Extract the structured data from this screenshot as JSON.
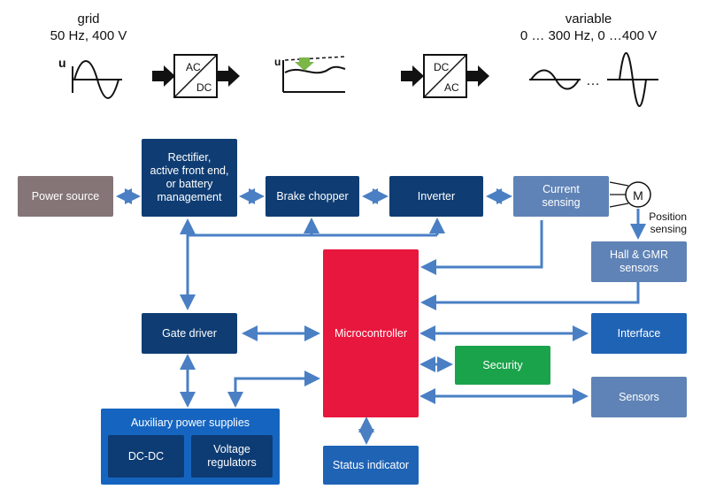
{
  "header": {
    "grid_label": "grid\n50 Hz, 400 V",
    "variable_label": "variable\n0 … 300 Hz, 0 …400 V",
    "rectifier_symbol": {
      "top": "AC",
      "bottom": "DC"
    },
    "inverter_symbol": {
      "top": "DC",
      "bottom": "AC"
    },
    "u_label": "u",
    "ellipsis": "…"
  },
  "blocks": {
    "power_source": "Power source",
    "rectifier": "Rectifier,\nactive front end,\nor battery\nmanagement",
    "brake_chopper": "Brake chopper",
    "inverter": "Inverter",
    "current_sensing": "Current\nsensing",
    "motor": "M",
    "position_sensing": "Position\nsensing",
    "hall_gmr": "Hall & GMR\nsensors",
    "microcontroller": "Microcontroller",
    "gate_driver": "Gate driver",
    "interface": "Interface",
    "security": "Security",
    "sensors": "Sensors",
    "aux_power": "Auxiliary power supplies",
    "dcdc": "DC-DC",
    "voltage_regulators": "Voltage\nregulators",
    "status_indicator": "Status indicator"
  },
  "colors": {
    "dark_blue": "#0f3d73",
    "medium_blue": "#1f63b5",
    "light_blue": "#5f83b6",
    "power_source": "#857577",
    "microcontroller": "#e8173d",
    "security": "#1aa34a",
    "connector": "#4a7fc4"
  }
}
